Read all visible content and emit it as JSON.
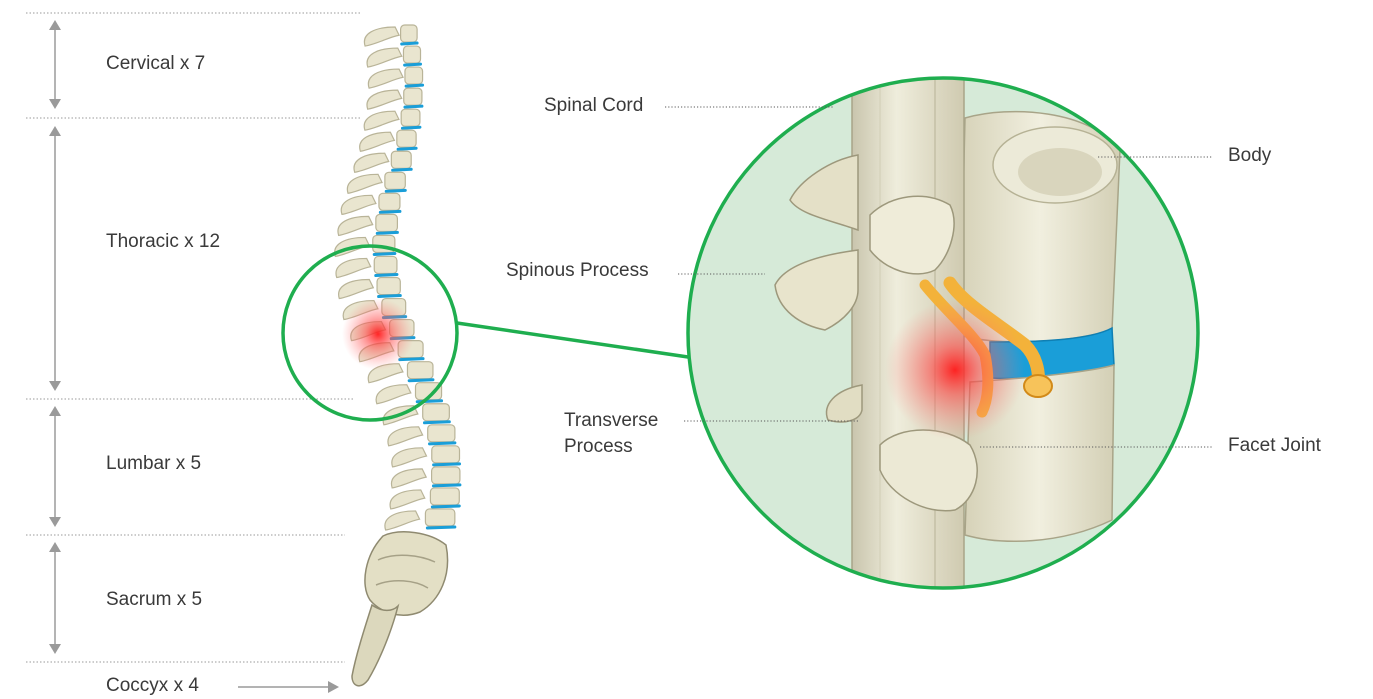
{
  "regions": [
    {
      "label": "Cervical x 7"
    },
    {
      "label": "Thoracic x 12"
    },
    {
      "label": "Lumbar x 5"
    },
    {
      "label": "Sacrum x 5"
    },
    {
      "label": "Coccyx x 4"
    }
  ],
  "callouts": {
    "spinal_cord": "Spinal Cord",
    "spinous_process": "Spinous Process",
    "transverse_process_line1": "Transverse",
    "transverse_process_line2": "Process",
    "body": "Body",
    "facet_joint": "Facet Joint"
  },
  "colors": {
    "accent_green": "#1fae4f",
    "zoom_background": "#d6ead8",
    "bone": "#e9e5cf",
    "bone_shadow": "#b9b498",
    "disc_blue": "#1a9ed8",
    "nerve_orange": "#f3b23a",
    "pain_red": "#ff2a2a",
    "arrow_gray": "#9a9a9a"
  }
}
